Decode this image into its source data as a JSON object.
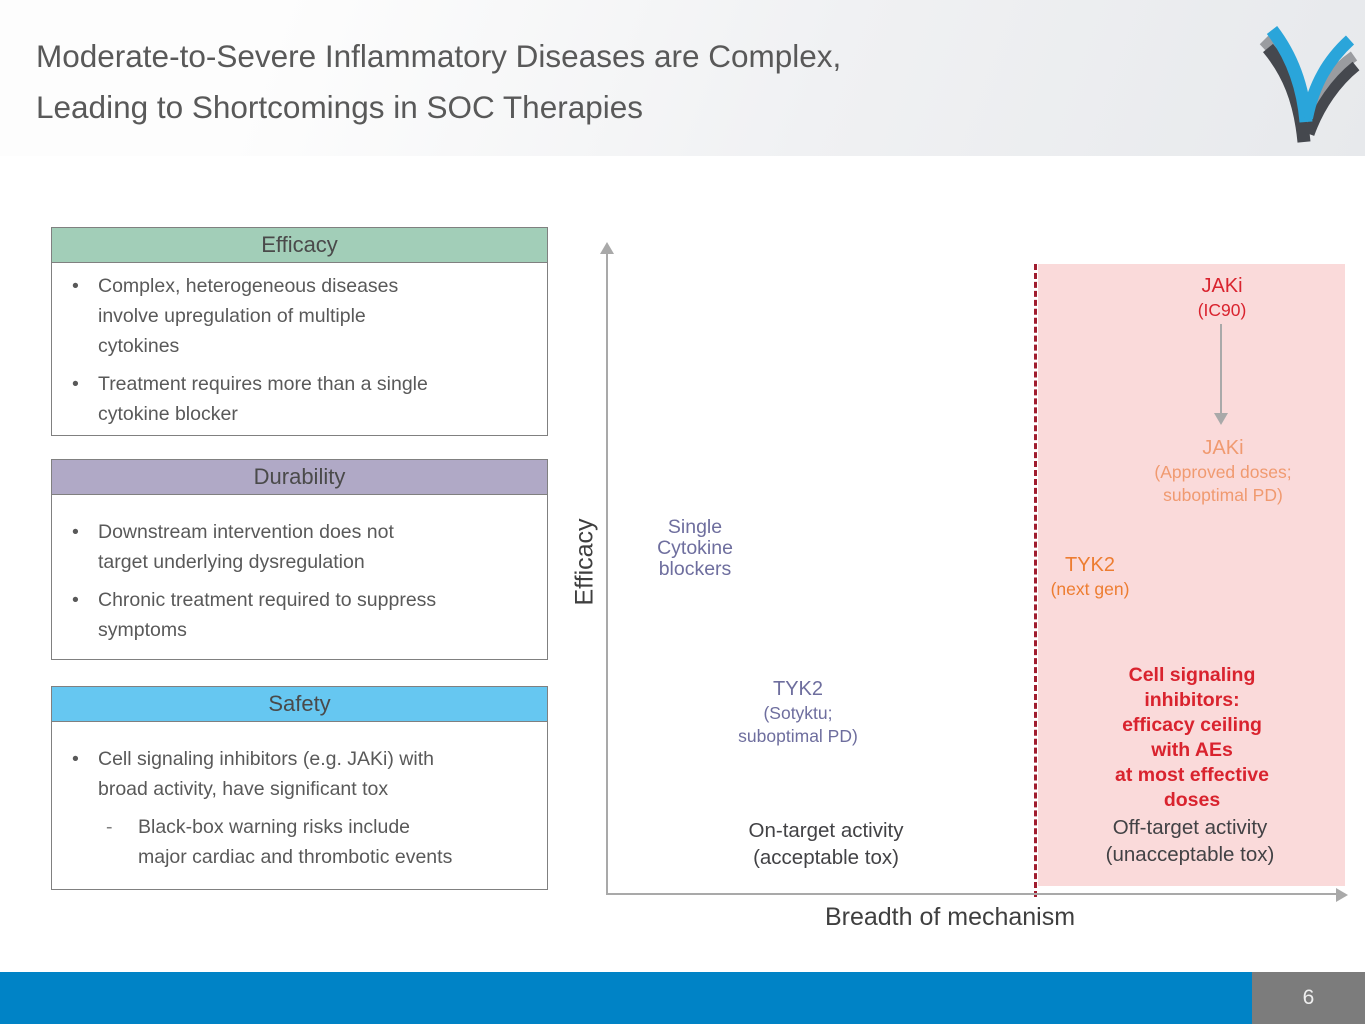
{
  "header": {
    "title": "Moderate-to-Severe Inflammatory Diseases are Complex,\nLeading to Shortcomings in SOC Therapies"
  },
  "logo": {
    "colors": {
      "blue": "#2aa5da",
      "gray": "#9a9ca0",
      "dark": "#45484e"
    }
  },
  "boxes": [
    {
      "title": "Efficacy",
      "header_color": "#a2ceb8",
      "bullets": [
        "Complex, heterogeneous diseases\ninvolve upregulation of multiple\ncytokines",
        "Treatment requires more than a single\ncytokine blocker"
      ]
    },
    {
      "title": "Durability",
      "header_color": "#b0a9c6",
      "bullets": [
        "Downstream intervention does not\ntarget underlying dysregulation",
        "Chronic treatment required to suppress\nsymptoms"
      ]
    },
    {
      "title": "Safety",
      "header_color": "#66c7f1",
      "bullets": [
        "Cell signaling inhibitors (e.g. JAKi) with\nbroad activity, have significant tox"
      ],
      "sub_bullets": [
        "Black-box warning risks include\nmajor cardiac and thrombotic events"
      ]
    }
  ],
  "chart": {
    "y_axis_label": "Efficacy",
    "x_axis_label": "Breadth of mechanism",
    "axis_color": "#a9a9a9",
    "danger_zone_fill": "#fadada",
    "danger_line_color": "#a01c2e",
    "arrow_color": "#a9a9a9",
    "zones": {
      "on_target": "On-target activity\n(acceptable tox)",
      "off_target": "Off-target activity\n(unacceptable tox)"
    },
    "points": {
      "single_cytokine": {
        "text": "Single\nCytokine\nblockers",
        "color": "#6e6e9e"
      },
      "tyk2_sotyktu": {
        "name": "TYK2",
        "sub": "(Sotyktu;\nsuboptimal PD)",
        "color": "#6e6e9e"
      },
      "tyk2_next_gen": {
        "name": "TYK2",
        "sub": "(next gen)",
        "color": "#ed7d31"
      },
      "jaki_ic90": {
        "name": "JAKi",
        "sub": "(IC90)",
        "color": "#d9232e"
      },
      "jaki_approved": {
        "name": "JAKi",
        "sub": "(Approved doses;\nsuboptimal PD)",
        "color": "#f09a70"
      }
    },
    "callout": {
      "text": "Cell signaling inhibitors:\nefficacy ceiling with AEs\nat most effective doses",
      "color": "#d9232e"
    }
  },
  "footer": {
    "bar_color": "#0083c6",
    "page_box_color": "#7c7c7c",
    "page_number": "6"
  }
}
